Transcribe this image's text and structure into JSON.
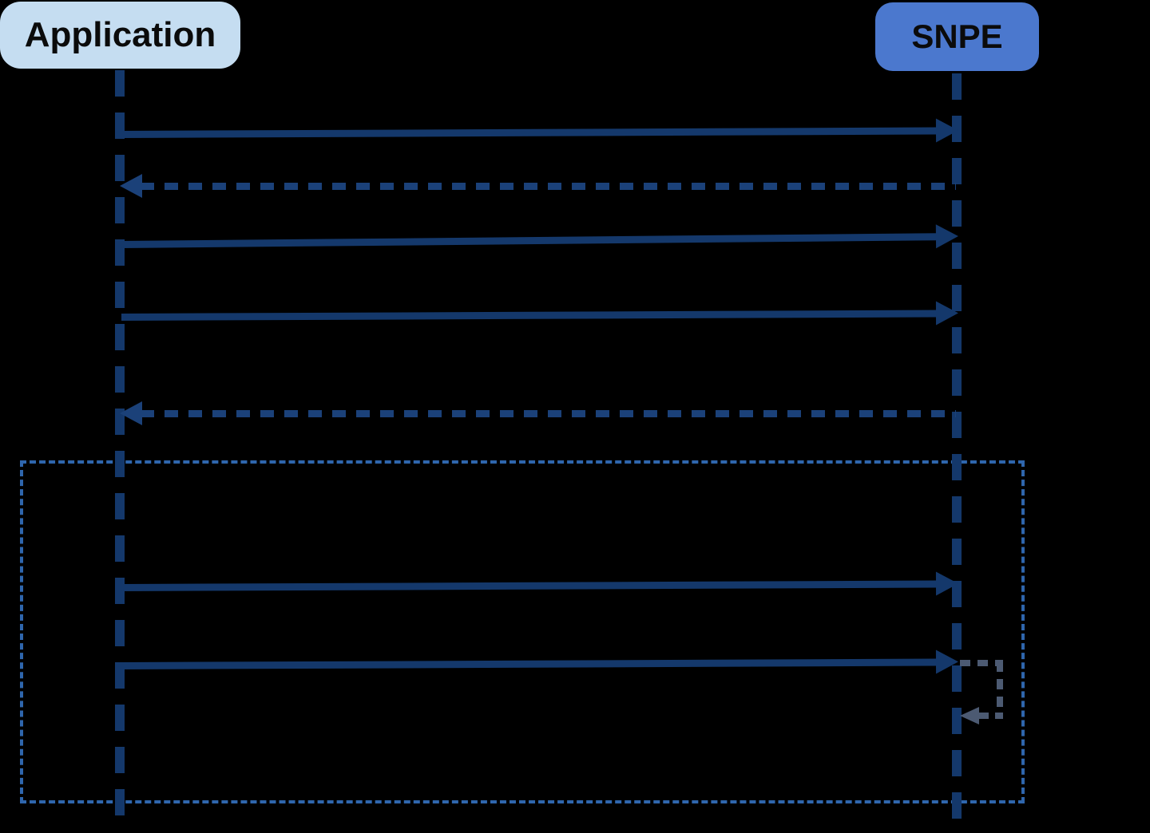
{
  "diagram": {
    "type": "sequence",
    "participants": [
      {
        "id": "application",
        "label": "Application"
      },
      {
        "id": "snpe",
        "label": "SNPE"
      }
    ],
    "messages": [
      {
        "seq": 1,
        "from": "application",
        "to": "snpe",
        "line": "solid",
        "direction": "right"
      },
      {
        "seq": 2,
        "from": "snpe",
        "to": "application",
        "line": "dashed",
        "direction": "left"
      },
      {
        "seq": 3,
        "from": "application",
        "to": "snpe",
        "line": "solid",
        "direction": "right"
      },
      {
        "seq": 4,
        "from": "application",
        "to": "snpe",
        "line": "solid",
        "direction": "right"
      },
      {
        "seq": 5,
        "from": "snpe",
        "to": "application",
        "line": "dashed",
        "direction": "left"
      },
      {
        "seq": 6,
        "from": "application",
        "to": "snpe",
        "line": "solid",
        "direction": "right",
        "in_loop": true
      },
      {
        "seq": 7,
        "from": "application",
        "to": "snpe",
        "line": "solid",
        "direction": "right",
        "in_loop": true
      },
      {
        "seq": 8,
        "from": "snpe",
        "to": "snpe",
        "line": "dashed",
        "direction": "self",
        "in_loop": true
      }
    ],
    "loop_frame": {
      "border_style": "dashed",
      "contains_messages": [
        6,
        7,
        8
      ]
    }
  },
  "colors": {
    "background": "#000000",
    "application_box_fill": "#c5ddf1",
    "snpe_box_fill": "#4b78ce",
    "actor_label_text": "#0b0b0b",
    "lifeline": "#14386b",
    "solid_arrow": "#14386b",
    "dashed_return_arrow": "#1b4179",
    "loop_frame_border": "#2f66ad",
    "self_message": "#4c5a72"
  }
}
